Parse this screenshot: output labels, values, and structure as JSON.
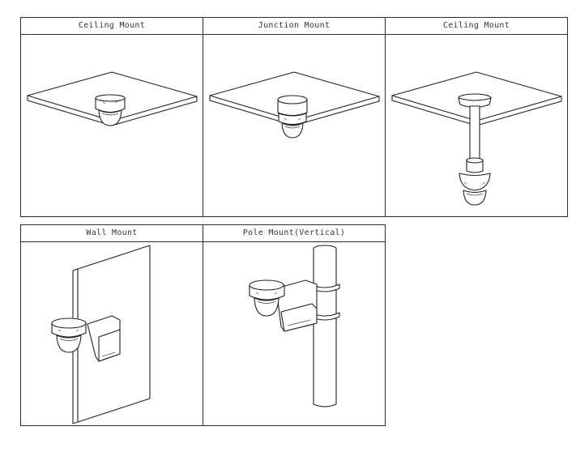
{
  "panels": [
    {
      "label": "Ceiling Mount"
    },
    {
      "label": "Junction Mount"
    },
    {
      "label": "Ceiling Mount"
    },
    {
      "label": "Wall Mount"
    },
    {
      "label": "Pole Mount(Vertical)"
    }
  ],
  "icons": [
    "ceiling-mount-camera-icon",
    "junction-mount-camera-icon",
    "pendant-mount-camera-icon",
    "wall-mount-camera-icon",
    "pole-mount-camera-icon"
  ]
}
